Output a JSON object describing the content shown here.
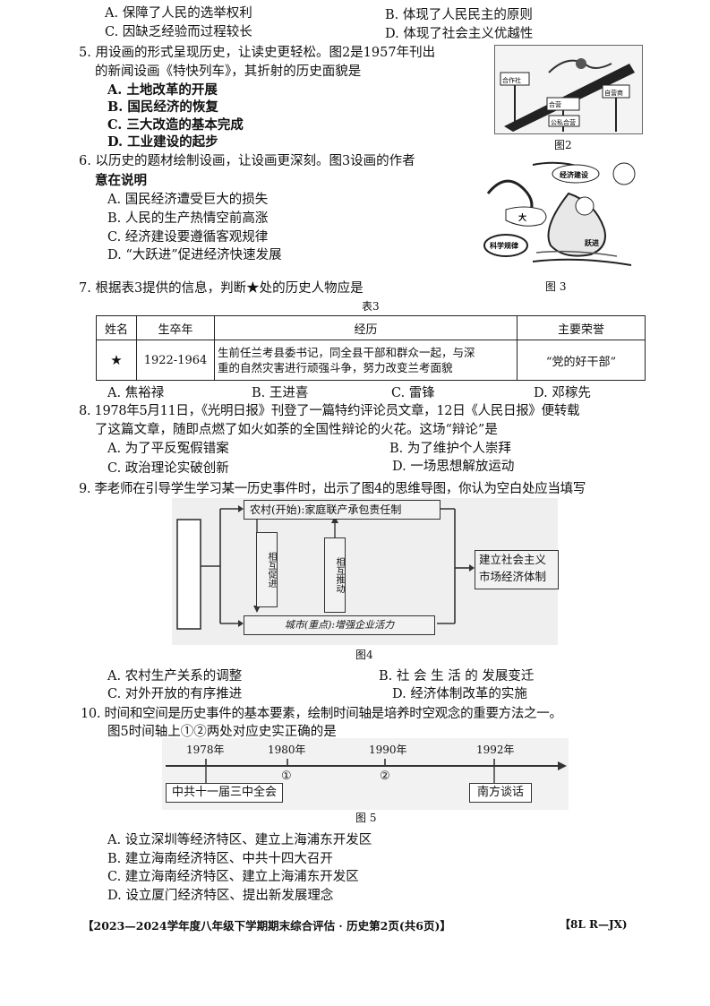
{
  "q4_options": {
    "A": "A. 保障了人民的选举权利",
    "B": "B. 体现了人民民主的原则",
    "C": "C. 因缺乏经验而过程较长",
    "D": "D. 体现了社会主义优越性"
  },
  "q5": {
    "stem_line1": "5. 用设画的形式呈现历史，让读史更轻松。图2是1957年刊出",
    "stem_line2": "的新闻设画《特快列车》，其折射的历史面貌是",
    "A": "A. 土地改革的开展",
    "B": "B. 国民经济的恢复",
    "C": "C. 三大改造的基本完成",
    "D": "D. 工业建设的起步",
    "figure_caption": "图2",
    "figure_labels": [
      "合作社",
      "合营",
      "公私合营",
      "自营商"
    ]
  },
  "q6": {
    "stem_line1": "6. 以历史的题材绘制设画，让设画更深刻。图3设画的作者",
    "stem_line2": "意在说明",
    "A": "A. 国民经济遭受巨大的损失",
    "B": "B. 人民的生产热情空前高涨",
    "C": "C. 经济建设要遵循客观规律",
    "D": "D. “大跃进”促进经济快速发展",
    "figure_caption": "图 3",
    "figure_labels": [
      "经济建设",
      "大",
      "跃进",
      "科学规律"
    ]
  },
  "q7": {
    "stem": "7. 根据表3提供的信息，判断★处的历史人物应是",
    "table_caption": "表3",
    "headers": [
      "姓名",
      "生卒年",
      "经历",
      "主要荣誉"
    ],
    "row": {
      "name": "★",
      "years": "1922-1964",
      "exp_line1": "生前任兰考县委书记，同全县干部和群众一起，与深",
      "exp_line2": "重的自然灾害进行顽强斗争，努力改变兰考面貌",
      "honor": "“党的好干部”"
    },
    "A": "A. 焦裕禄",
    "B": "B. 王进喜",
    "C": "C. 雷锋",
    "D": "D. 邓稼先"
  },
  "q8": {
    "stem_line1": "8. 1978年5月11日，《光明日报》刊登了一篇特约评论员文章，12日《人民日报》便转载",
    "stem_line2": "了这篇文章，随即点燃了如火如荼的全国性辩论的火花。这场“辩论”是",
    "A": "A. 为了平反冤假错案",
    "B": "B. 为了维护个人崇拜",
    "C": "C. 政治理论实破创新",
    "D": "D. 一场思想解放运动"
  },
  "q9": {
    "stem": "9. 李老师在引导学生学习某一历史事件时，出示了图4的思维导图，你认为空白处应当填写",
    "top_box": "农村(开始):家庭联产承包责任制",
    "mid_left": "相互促进",
    "mid_right": "相互推动",
    "bottom_box": "城市(重点):增强企业活力",
    "right_box_line1": "建立社会主义",
    "right_box_line2": "市场经济体制",
    "figure_caption": "图4",
    "A": "A. 农村生产关系的调整",
    "B": "B. 社 会 生 活 的 发展变迁",
    "C": "C. 对外开放的有序推进",
    "D": "D. 经济体制改革的实施"
  },
  "q10": {
    "stem_line1": "10. 时间和空间是历史事件的基本要素，绘制时间轴是培养时空观念的重要方法之一。",
    "stem_line2": "图5时间轴上①②两处对应史实正确的是",
    "years": [
      "1978年",
      "1980年",
      "1990年",
      "1992年"
    ],
    "marks": [
      "①",
      "②"
    ],
    "event_left": "中共十一届三中全会",
    "event_right": "南方谈话",
    "figure_caption": "图 5",
    "A": "A. 设立深圳等经济特区、建立上海浦东开发区",
    "B": "B. 建立海南经济特区、中共十四大召开",
    "C": "C. 建立海南经济特区、建立上海浦东开发区",
    "D": "D. 设立厦门经济特区、提出新发展理念"
  },
  "footer": {
    "text": "【2023—2024学年度八年级下学期期末综合评估 · 历史第2页(共6页)】",
    "code": "【8L        R—JX)"
  }
}
